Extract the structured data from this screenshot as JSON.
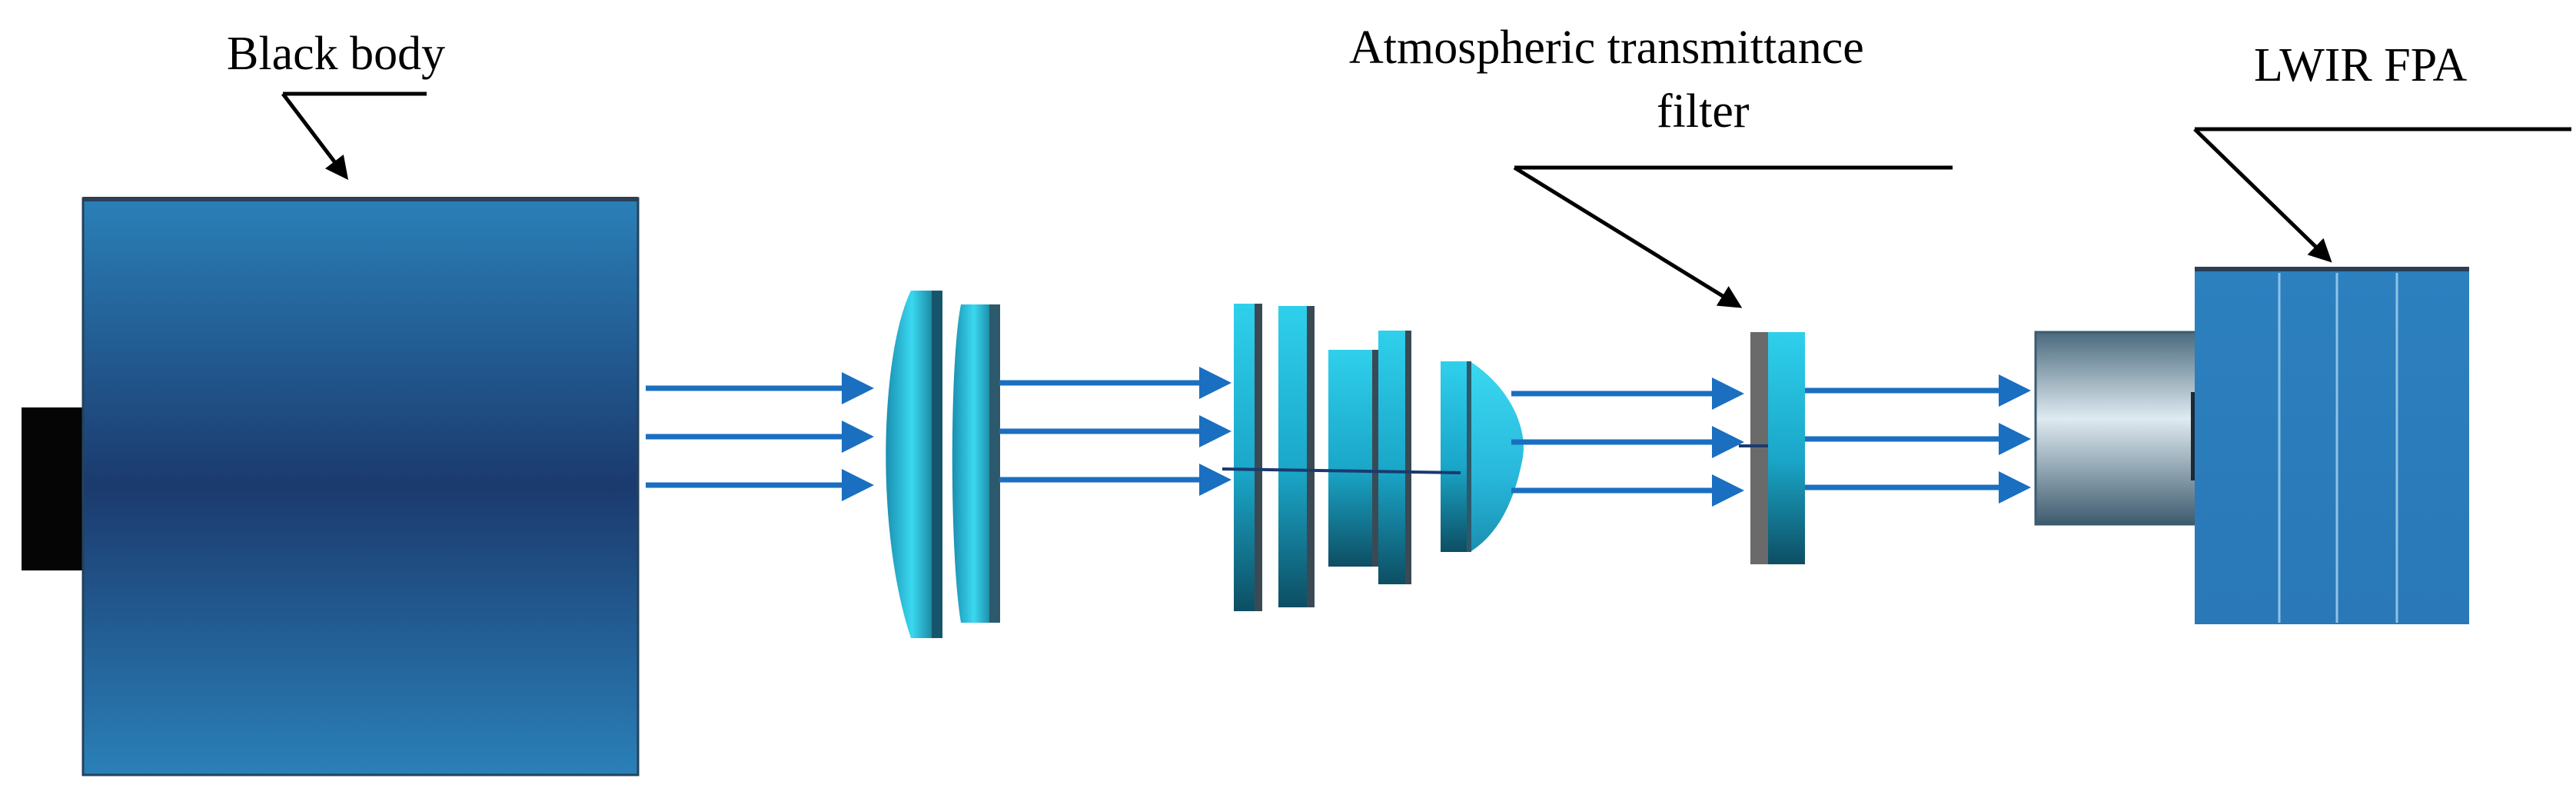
{
  "labels": {
    "black_body": "Black body",
    "filter_line1": "Atmospheric transmittance",
    "filter_line2": "filter",
    "fpa": "LWIR FPA"
  },
  "colors": {
    "arrow": "#1a6fc0",
    "blackbody_light": "#2a7ab0",
    "blackbody_dark": "#1b3a6e",
    "lens_cyan": "#27c8e8",
    "lens_dark": "#0d4e63",
    "fpa_blue": "#2f86c4",
    "housing_light": "#c9dbe6",
    "housing_dark": "#4a6a7e"
  }
}
